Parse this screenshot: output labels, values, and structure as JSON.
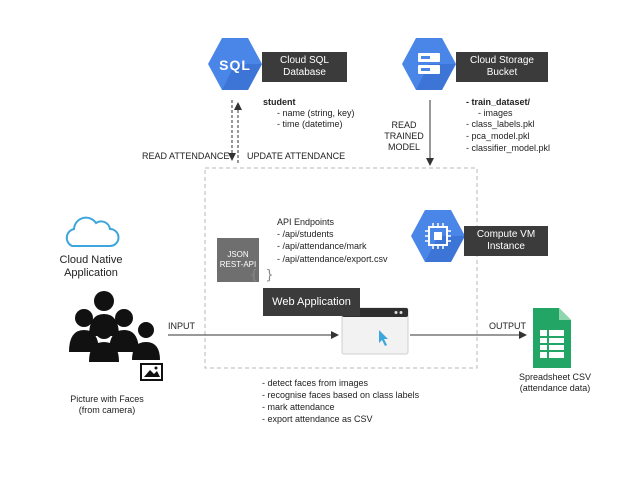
{
  "sql": {
    "title_line1": "Cloud SQL",
    "title_line2": "Database",
    "icon_text": "SQL",
    "schema_name": "student",
    "fields": [
      "- name (string, key)",
      "- time (datetime)"
    ]
  },
  "storage": {
    "title_line1": "Cloud Storage",
    "title_line2": "Bucket",
    "folder": "- train_dataset/",
    "items": [
      "- images",
      "- class_labels.pkl",
      "- pca_model.pkl",
      "- classifier_model.pkl"
    ]
  },
  "arrows": {
    "read_attendance": "READ ATTENDANCE",
    "update_attendance": "UPDATE ATTENDANCE",
    "read_model_1": "READ",
    "read_model_2": "TRAINED",
    "read_model_3": "MODEL",
    "input": "INPUT",
    "output": "OUTPUT"
  },
  "client": {
    "title_line1": "Cloud Native",
    "title_line2": "Application",
    "caption_line1": "Picture with Faces",
    "caption_line2": "(from camera)"
  },
  "api": {
    "heading": "API Endpoints",
    "endpoints": [
      "- /api/students",
      "- /api/attendance/mark",
      "- /api/attendance/export.csv"
    ],
    "badge_line1": "JSON",
    "badge_line2": "REST-API",
    "braces": "{ }"
  },
  "webapp": {
    "label": "Web Application"
  },
  "compute": {
    "title_line1": "Compute VM",
    "title_line2": "Instance"
  },
  "features": [
    "- detect faces from images",
    "- recognise faces based on class labels",
    "- mark attendance",
    "- export attendance as CSV"
  ],
  "csv": {
    "caption_line1": "Spreadsheet CSV",
    "caption_line2": "(attendance data)"
  },
  "colors": {
    "gcp_blue": "#4a85e8",
    "gcp_dark_blue": "#3367c9",
    "label_dark": "#3b3b3b",
    "sheets_green": "#23a565",
    "cloud_blue": "#3ea6dc"
  }
}
